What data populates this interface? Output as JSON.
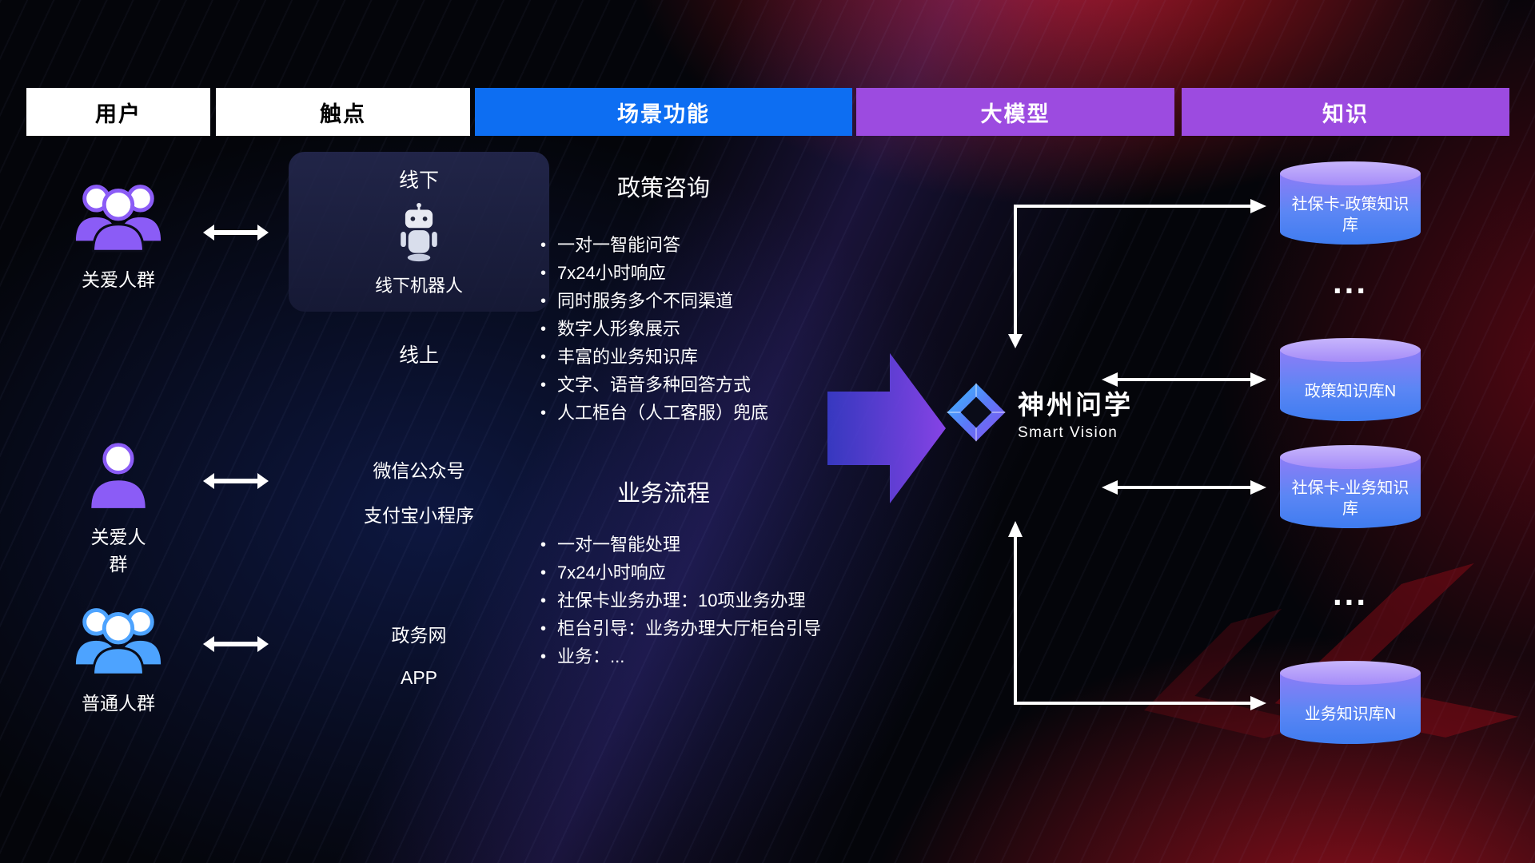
{
  "colors": {
    "header_blue": "#0d6ef2",
    "header_purple": "#9c4be0",
    "icon_purple": "#8b5cf6",
    "icon_blue": "#4da3ff",
    "cylinder_top": "#b7a4fa",
    "cylinder_body_top": "#8d7cf6",
    "cylinder_body_bottom": "#3f7cf0",
    "arrow_white": "#ffffff"
  },
  "header": {
    "columns": [
      {
        "label": "用户"
      },
      {
        "label": "触点"
      },
      {
        "label": "场景功能"
      },
      {
        "label": "大模型"
      },
      {
        "label": "知识"
      }
    ]
  },
  "users": [
    {
      "label": "关爱人群",
      "icon": "group-users-purple-icon"
    },
    {
      "label": "关爱人群",
      "icon": "person-purple-icon"
    },
    {
      "label": "普通人群",
      "icon": "group-users-blue-icon"
    }
  ],
  "touchpoints": {
    "offline_title": "线下",
    "offline_caption": "线下机器人",
    "online_title": "线上",
    "channels": [
      "微信公众号",
      "支付宝小程序",
      "政务网",
      "APP"
    ]
  },
  "scenarios": [
    {
      "title": "政策咨询",
      "items": [
        "一对一智能问答",
        "7x24小时响应",
        "同时服务多个不同渠道",
        "数字人形象展示",
        "丰富的业务知识库",
        "文字、语音多种回答方式",
        "人工柜台（人工客服）兜底"
      ]
    },
    {
      "title": "业务流程",
      "items": [
        "一对一智能处理",
        "7x24小时响应",
        "社保卡业务办理：10项业务办理",
        "柜台引导：业务办理大厅柜台引导",
        "业务：..."
      ]
    }
  ],
  "model": {
    "name": "神州问学",
    "subtitle": "Smart Vision"
  },
  "knowledge": {
    "ellipsis": "...",
    "databases": [
      {
        "label": "社保卡-政策知识库"
      },
      {
        "label": "政策知识库N"
      },
      {
        "label": "社保卡-业务知识库"
      },
      {
        "label": "业务知识库N"
      }
    ]
  }
}
